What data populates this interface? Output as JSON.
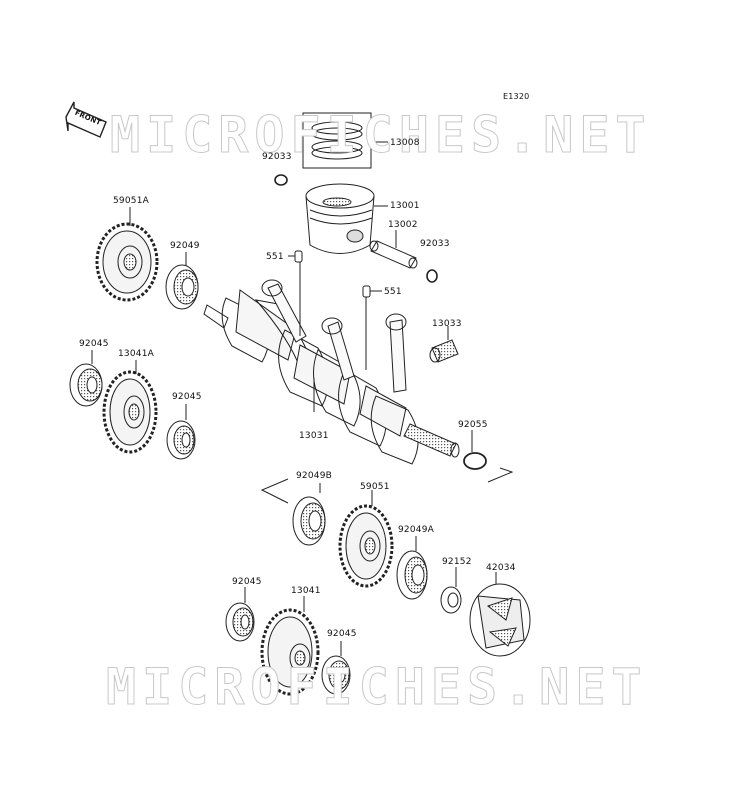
{
  "diagram": {
    "code": "E1320",
    "front_badge": "FRONT",
    "watermarks": [
      "MICROFICHES.NET",
      "MICROFICHES.NET"
    ],
    "part_labels": {
      "p13008": "13008",
      "p92033_left": "92033",
      "p13001": "13001",
      "p13002": "13002",
      "p92033_right": "92033",
      "p551_left": "551",
      "p551_right": "551",
      "p59051A": "59051A",
      "p92049": "92049",
      "p13033": "13033",
      "p92045_a": "92045",
      "p13041A": "13041A",
      "p92045_b": "92045",
      "p13031": "13031",
      "p92055": "92055",
      "p92049B": "92049B",
      "p59051": "59051",
      "p92049A": "92049A",
      "p92152": "92152",
      "p42034": "42034",
      "p92045_c": "92045",
      "p13041": "13041",
      "p92045_d": "92045"
    }
  }
}
